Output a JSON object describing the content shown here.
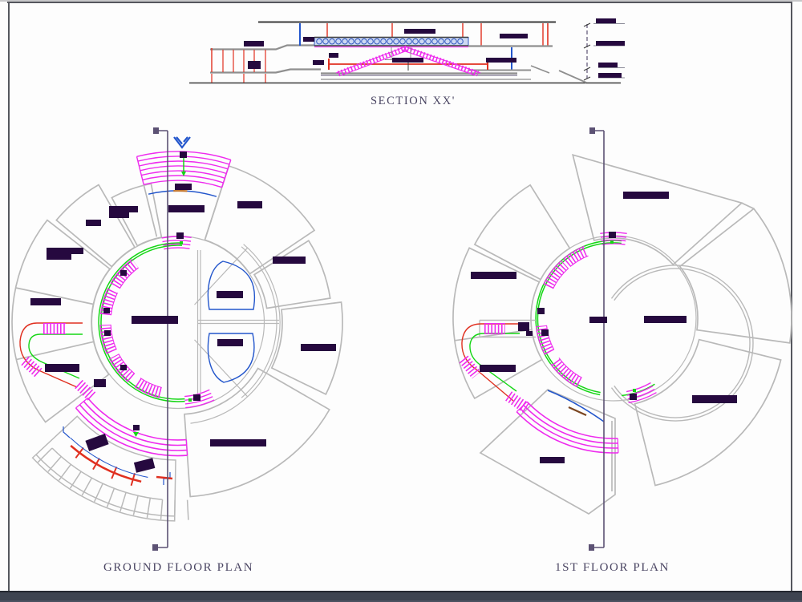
{
  "titles": {
    "section": "SECTION XX'",
    "ground_floor": "GROUND FLOOR PLAN",
    "first_floor": "1ST FLOOR PLAN"
  },
  "colors": {
    "top_strip": "#c7c7c9",
    "frame_border": "#55575e",
    "bottom_bar": "#3e4450",
    "bottom_bar_dark": "#24282f",
    "bottom_bar_light": "#4a5160",
    "magenta": "#ee2bee",
    "green": "#15d615",
    "red": "#e03020",
    "blue": "#2356cc",
    "truss_stroke": "#2d55c0",
    "truss_fill": "#cdd9f2",
    "gray_wall": "#b9b9b9",
    "gray_struct": "#8f8f8f",
    "dark_line": "#3a3a3a",
    "dim_line": "#8a8a97",
    "label": "#26093f",
    "section_line": "#5c5274",
    "title_text": "#4b4663",
    "orange": "#c47a35",
    "brown": "#7a4520"
  }
}
